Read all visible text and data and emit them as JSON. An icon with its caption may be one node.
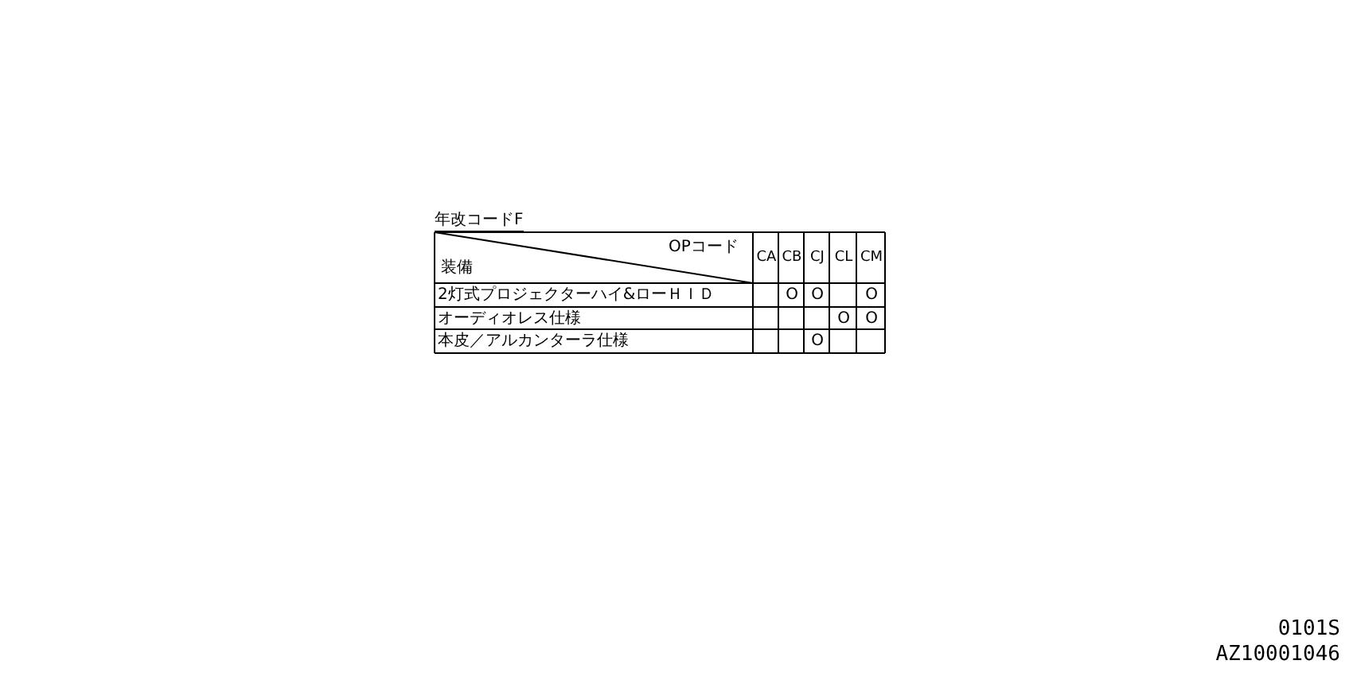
{
  "diagram": {
    "labels": [
      "年改コードF",
      "OPコード",
      "装備",
      "CA",
      "CB",
      "CJ",
      "CL",
      "CM",
      "2灯式プロジェクターハイ&ローＨＩＤ",
      "O",
      "O",
      "O",
      "オーディオレス仕様",
      "O",
      "O",
      "本皮／アルカンターラ仕様",
      "O",
      "0101S",
      "AZ10001046"
    ]
  }
}
